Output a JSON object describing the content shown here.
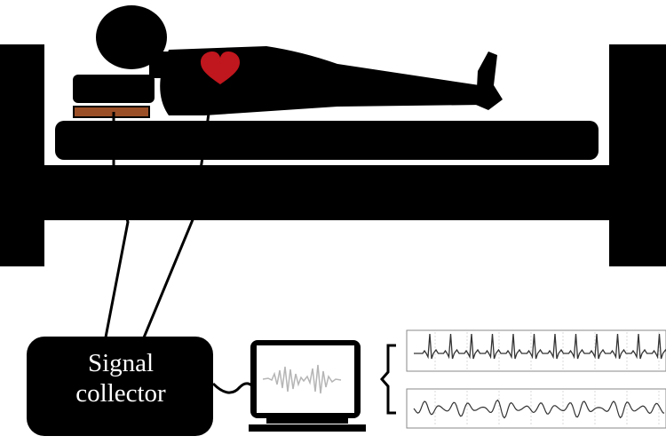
{
  "signal_collector": {
    "label_line1": "Signal",
    "label_line2": "collector"
  },
  "colors": {
    "silhouette": "#000000",
    "heart": "#c0161d",
    "sensor_pad": "#9b4f27",
    "screen_signal": "#b5b5b5",
    "panel_trace": "#333333",
    "panel_frame": "#8a8a8a"
  },
  "icons": [
    "heart-icon",
    "monitor-icon"
  ],
  "panel": {
    "upper_trace": "ecg",
    "lower_trace": "oscillatory"
  }
}
